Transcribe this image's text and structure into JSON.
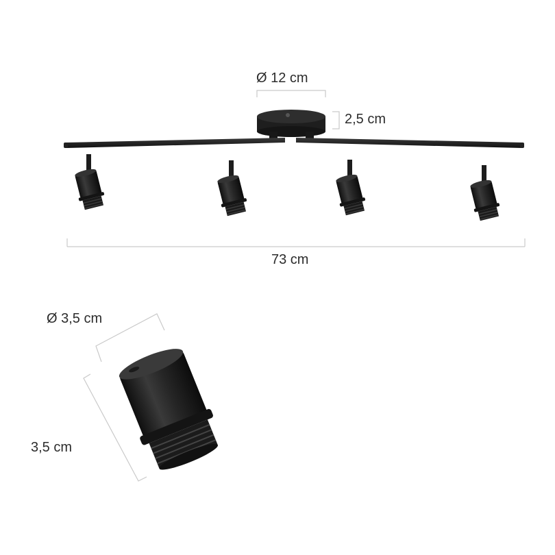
{
  "dimensions": {
    "base_diameter": "Ø 12 cm",
    "base_height": "2,5 cm",
    "total_length": "73 cm",
    "socket_diameter": "Ø 3,5 cm",
    "socket_height": "3,5 cm"
  },
  "colors": {
    "fixture": "#1e1e1e",
    "dimension_line": "#c9c9c9",
    "label_text": "#2c2c2c"
  }
}
